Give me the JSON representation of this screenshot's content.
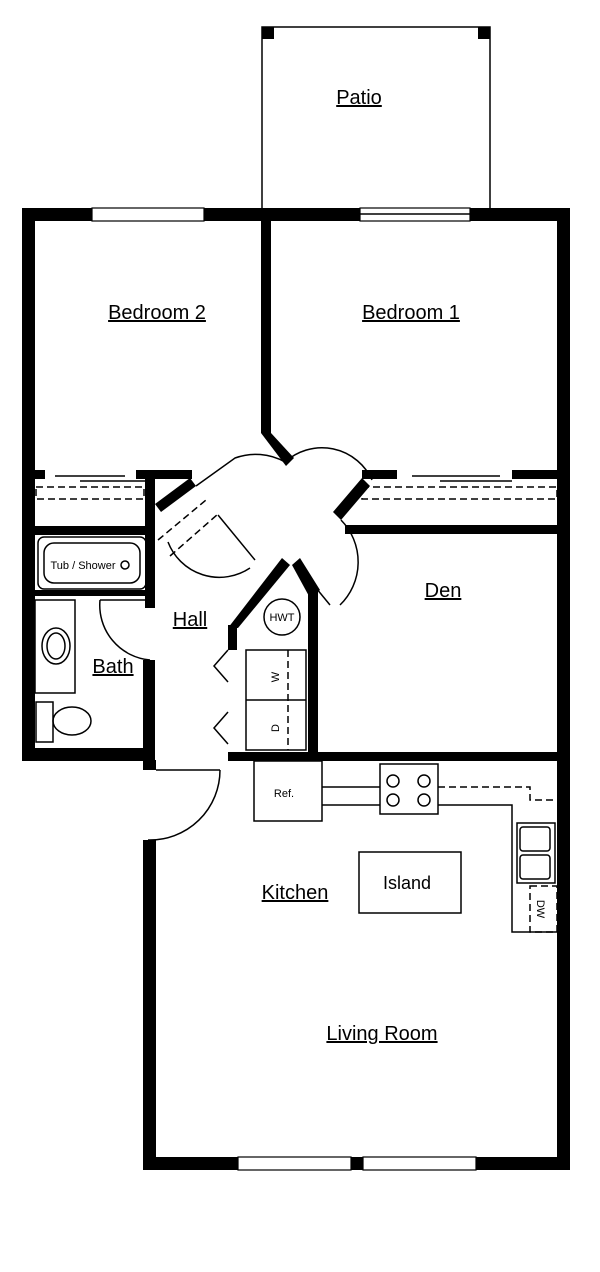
{
  "rooms": {
    "patio": "Patio",
    "bedroom2": "Bedroom 2",
    "bedroom1": "Bedroom 1",
    "den": "Den",
    "hall": "Hall",
    "bath": "Bath",
    "kitchen": "Kitchen",
    "living_room": "Living Room"
  },
  "fixtures": {
    "tub_shower": "Tub / Shower",
    "hwt": "HWT",
    "washer": "W",
    "dryer": "D",
    "refrigerator": "Ref.",
    "island": "Island",
    "dishwasher": "DW"
  }
}
